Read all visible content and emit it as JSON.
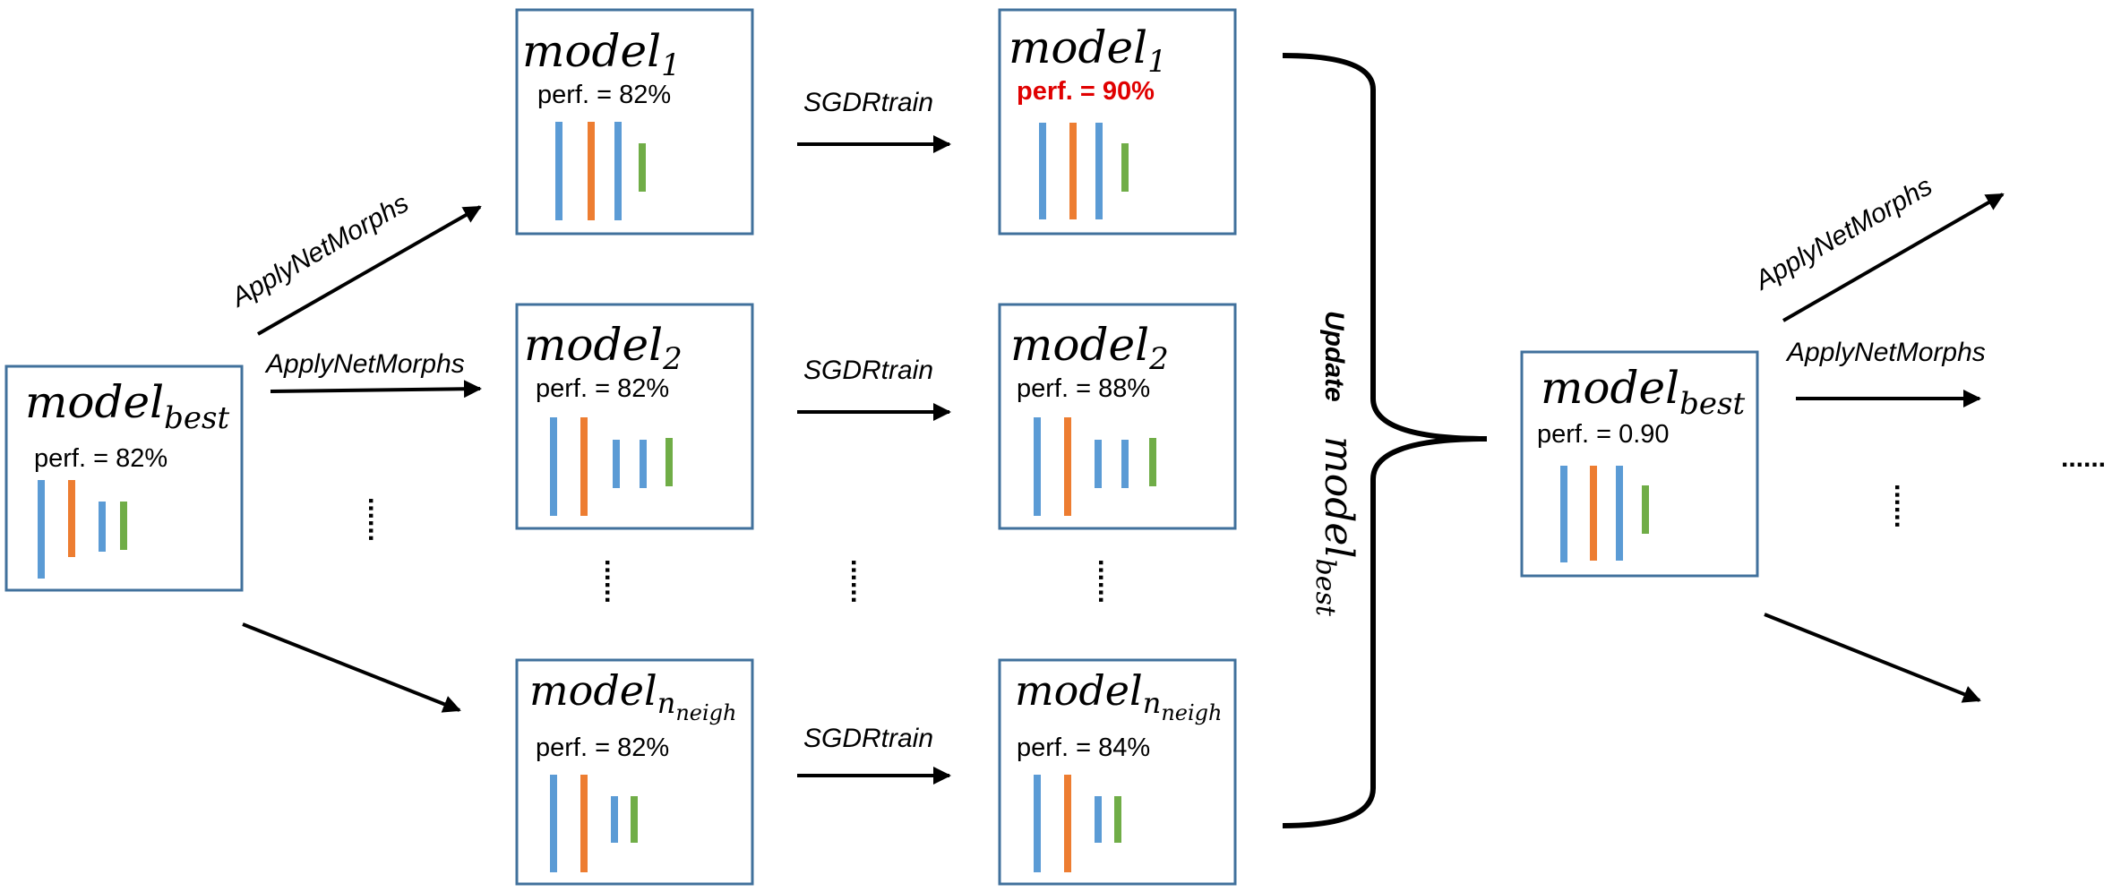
{
  "colors": {
    "box_border": "#41719C",
    "arrow": "#000000",
    "highlight": "#E00000",
    "bar_blue": "#5B9BD5",
    "bar_orange": "#ED7D31",
    "bar_green": "#70AD47"
  },
  "labels": {
    "apply": "ApplyNetMorphs",
    "sgdr": "SGDRtrain",
    "update": "Update",
    "update_math_base": "model",
    "update_math_sub": "best",
    "ellipsis": "......"
  },
  "models": {
    "best_left": {
      "base": "model",
      "sub": "best",
      "perf": "perf. = 82%"
    },
    "neigh1": {
      "base": "model",
      "sub": "1",
      "perf": "perf. = 82%"
    },
    "neigh2": {
      "base": "model",
      "sub": "2",
      "perf": "perf. = 82%"
    },
    "neighN": {
      "base": "model",
      "sub": "n",
      "subsub": "neigh",
      "perf": "perf. = 82%"
    },
    "trained1": {
      "base": "model",
      "sub": "1",
      "perf": "perf. = 90%"
    },
    "trained2": {
      "base": "model",
      "sub": "2",
      "perf": "perf. = 88%"
    },
    "trainedN": {
      "base": "model",
      "sub": "n",
      "subsub": "neigh",
      "perf": "perf. = 84%"
    },
    "best_right": {
      "base": "model",
      "sub": "best",
      "perf": "perf. = 0.90"
    }
  }
}
